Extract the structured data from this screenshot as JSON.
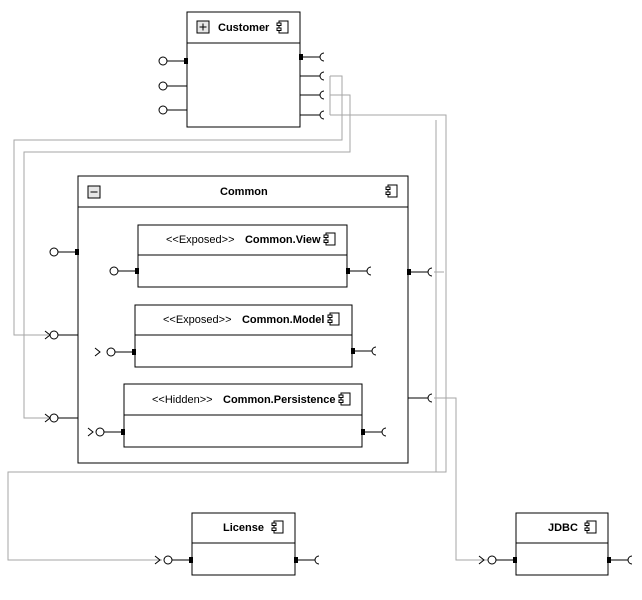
{
  "diagram": {
    "customer": {
      "name": "Customer"
    },
    "common": {
      "name": "Common"
    },
    "view": {
      "stereotype": "<<Exposed>>",
      "name": "Common.View"
    },
    "model": {
      "stereotype": "<<Exposed>>",
      "name": "Common.Model"
    },
    "persistence": {
      "stereotype": "<<Hidden>>",
      "name": "Common.Persistence"
    },
    "license": {
      "name": "License"
    },
    "jdbc": {
      "name": "JDBC"
    }
  },
  "icons": {
    "expand": "plus-box-icon",
    "collapse": "minus-box-icon",
    "component": "component-icon"
  }
}
